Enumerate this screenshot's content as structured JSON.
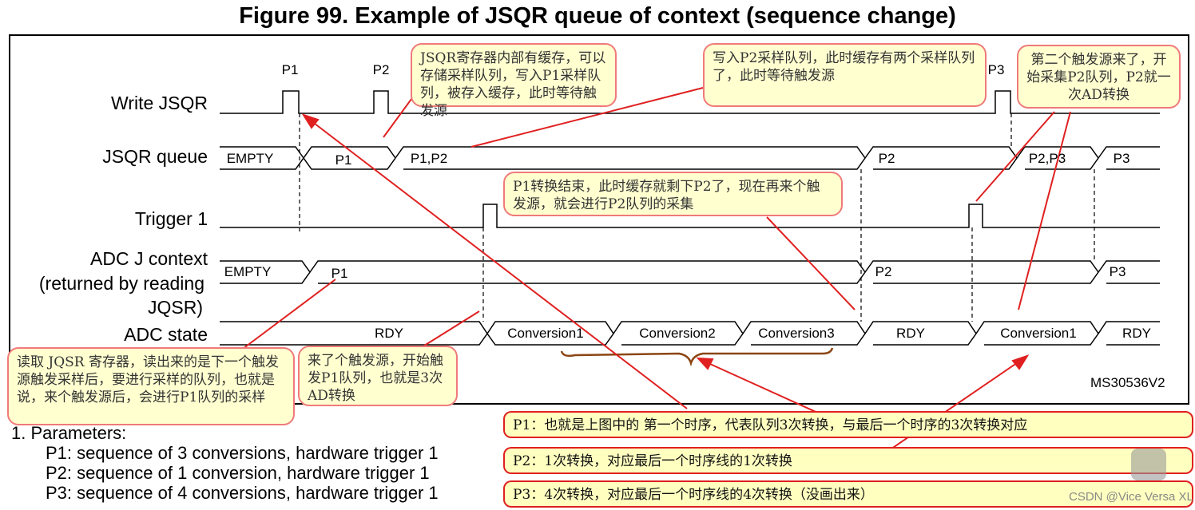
{
  "title": "Figure 99. Example of JSQR queue of context (sequence change)",
  "signals": {
    "write_jsqr": "Write JSQR",
    "jsqr_queue": "JSQR queue",
    "trigger1": "Trigger 1",
    "adc_j_context": "ADC J context",
    "adc_j_context_2": "(returned by reading",
    "adc_j_context_3": "JQSR)",
    "adc_state": "ADC state"
  },
  "pulses": {
    "p1": "P1",
    "p2": "P2",
    "p3": "P3"
  },
  "jsqr_queue_values": [
    "EMPTY",
    "P1",
    "P1,P2",
    "P2",
    "P2,P3",
    "P3"
  ],
  "adc_context_values": [
    "EMPTY",
    "P1",
    "P2",
    "P3"
  ],
  "adc_state_values": [
    "RDY",
    "Conversion1",
    "Conversion2",
    "Conversion3",
    "RDY",
    "Conversion1",
    "RDY"
  ],
  "figure_id": "MS30536V2",
  "callouts": [
    "JSQR寄存器内部有缓存，可以存储采样队列，写入P1采样队列，被存入缓存，此时等待触发源",
    "写入P2采样队列，此时缓存有两个采样队列了，此时等待触发源",
    "第二个触发源来了，开始采集P2队列，P2就一次AD转换",
    "P1转换结束，此时缓存就剩下P2了，现在再来个触发源，就会进行P2队列的采集",
    "读取 JQSR 寄存器，读出来的是下一个触发源触发采样后，要进行采样的队列，也就是说，来个触发源后，会进行P1队列的采样",
    "来了个触发源，开始触发P1队列，也就是3次AD转换"
  ],
  "notes": [
    "P1：也就是上图中的 第一个时序，代表队列3次转换，与最后一个时序的3次转换对应",
    "P2：1次转换，对应最后一个时序线的1次转换",
    "P3：4次转换，对应最后一个时序线的4次转换（没画出来）"
  ],
  "params": {
    "heading": "1.    Parameters:",
    "p1": "P1: sequence of 3 conversions, hardware trigger 1",
    "p2": "P2: sequence of 1 conversion, hardware trigger 1",
    "p3": "P3: sequence of 4 conversions, hardware trigger 1"
  },
  "watermark": "CSDN @Vice Versa XL",
  "colors": {
    "callout_fill": "#ffffd0",
    "callout_border": "#f07a7a",
    "arrow": "#e02020",
    "brace": "#8b4513"
  }
}
